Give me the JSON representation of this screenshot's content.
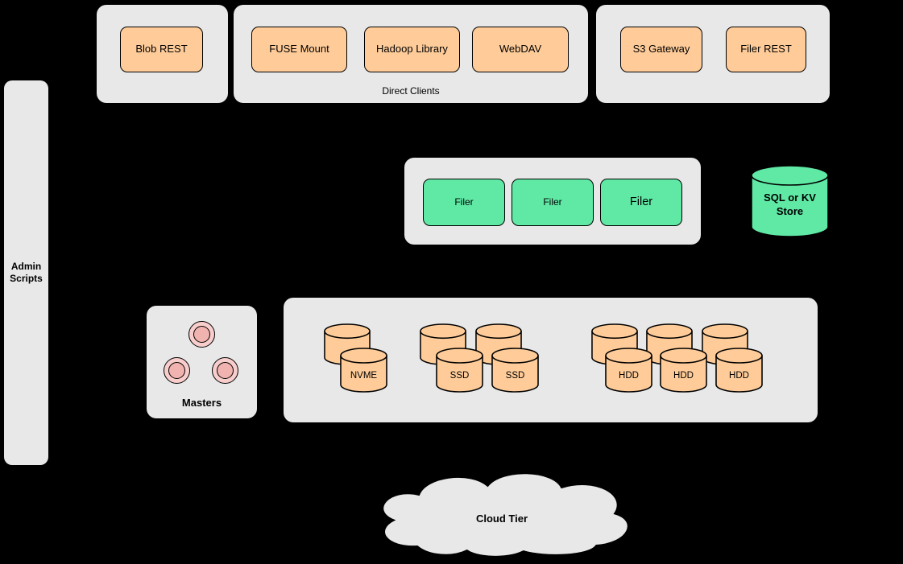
{
  "diagram": {
    "admin_scripts": "Admin Scripts",
    "blob_group": {
      "blob_rest": "Blob REST"
    },
    "direct_clients": {
      "label": "Direct Clients",
      "fuse": "FUSE Mount",
      "hadoop": "Hadoop Library",
      "webdav": "WebDAV"
    },
    "gateway_group": {
      "s3": "S3 Gateway",
      "filer_rest": "Filer REST"
    },
    "filer_group": {
      "filers": [
        "Filer",
        "Filer",
        "Filer"
      ]
    },
    "sql_store": "SQL or KV Store",
    "masters": {
      "label": "Masters"
    },
    "volumes": {
      "nvme": "NVME",
      "ssd1": "SSD",
      "ssd2": "SSD",
      "hdd1": "HDD",
      "hdd2": "HDD",
      "hdd3": "HDD"
    },
    "cloud_tier": "Cloud Tier"
  },
  "colors": {
    "background": "#000000",
    "panel": "#e8e8e8",
    "client_orange": "#ffcc99",
    "filer_green": "#5fe9a5",
    "master_pink_outer": "#f8cecc",
    "master_pink_inner": "#f1b3b0",
    "text": "#000000"
  }
}
